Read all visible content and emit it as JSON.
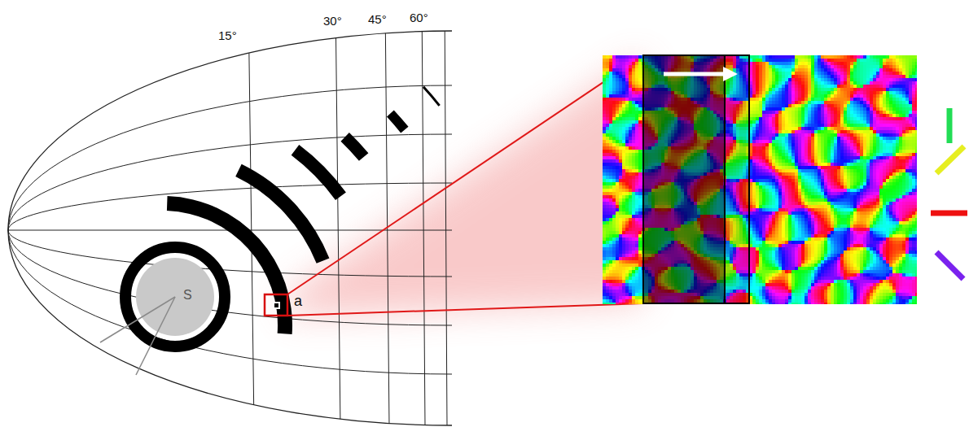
{
  "diagram": {
    "nodes": [
      {
        "text": [
          "S"
        ]
      }
    ],
    "labels": [
      "15°",
      "30°",
      "45°",
      "60°",
      "a"
    ]
  }
}
